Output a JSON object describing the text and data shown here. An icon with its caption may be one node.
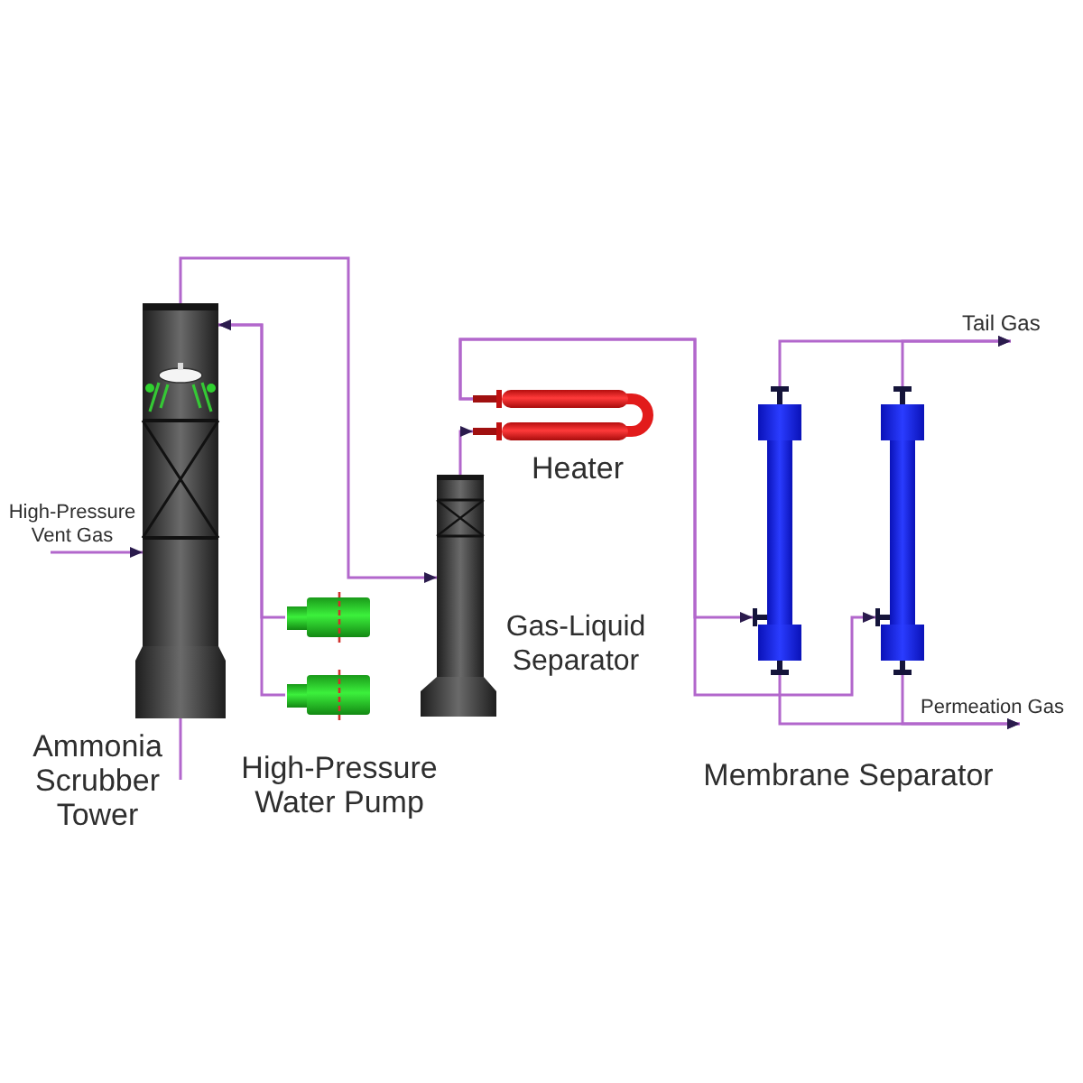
{
  "diagram": {
    "nodes": [
      {
        "text": [
          "High-Pressure Vent Gas"
        ]
      },
      {
        "text": [],
        "shape": "picture",
        "beside": [
          "Ammonia Scrubber Tower"
        ]
      },
      {
        "text": [],
        "shape": "picture"
      },
      {
        "text": [],
        "shape": "picture"
      },
      {
        "text": [],
        "shape": "picture",
        "beside": [
          "Gas-Liquid Separator"
        ]
      },
      {
        "text": [],
        "shape": "picture",
        "beside": [
          "Heater"
        ]
      },
      {
        "text": [],
        "shape": "picture"
      },
      {
        "text": [],
        "shape": "picture"
      },
      {
        "text": [
          "Tail Gas"
        ]
      },
      {
        "text": [
          "Permeation Gas"
        ]
      }
    ],
    "edges": [
      {
        "from": 0,
        "to": 1,
        "arrow": "to"
      },
      {
        "from": 1,
        "to": 4,
        "arrow": "to"
      },
      {
        "from": 2,
        "to": 1,
        "arrow": "to"
      },
      {
        "from": 3,
        "to": 1,
        "arrow": "to"
      },
      {
        "from": 4,
        "to": 5,
        "arrow": "to"
      },
      {
        "from": 5,
        "to": 6,
        "arrow": "to"
      },
      {
        "from": 5,
        "to": 7,
        "arrow": "to"
      },
      {
        "from": 6,
        "to": 8,
        "arrow": "to"
      },
      {
        "from": 7,
        "to": 8,
        "arrow": "to"
      },
      {
        "from": 6,
        "to": 9,
        "arrow": "to"
      },
      {
        "from": 7,
        "to": 9,
        "arrow": "to"
      },
      {
        "from": 1,
        "to": null,
        "arrow": "none"
      }
    ],
    "labels": [
      "High-Pressure Water Pump",
      "Membrane Separator"
    ]
  }
}
